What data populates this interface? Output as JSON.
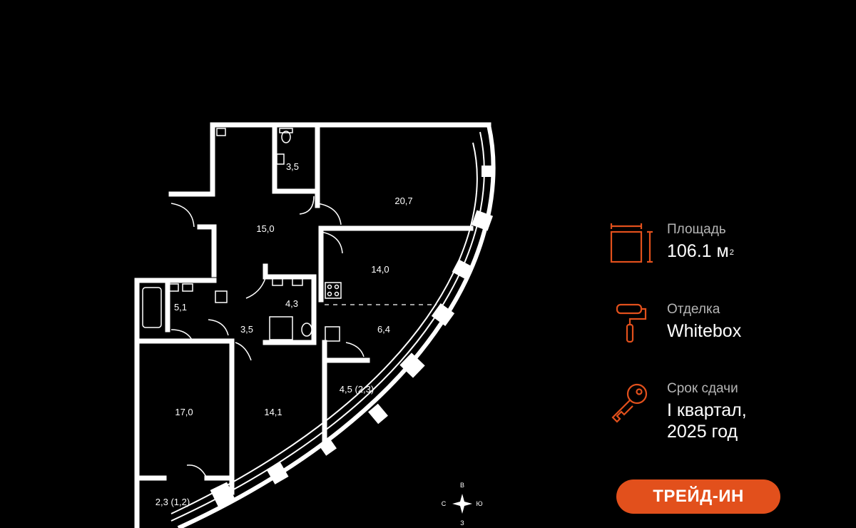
{
  "plan": {
    "rooms": [
      {
        "id": "bath-top",
        "area": "3,5"
      },
      {
        "id": "room-top-right",
        "area": "20,7"
      },
      {
        "id": "hall",
        "area": "15,0"
      },
      {
        "id": "kitchen",
        "area": "14,0"
      },
      {
        "id": "bath-left",
        "area": "5,1"
      },
      {
        "id": "bath-center",
        "area": "4,3"
      },
      {
        "id": "corridor",
        "area": "3,5"
      },
      {
        "id": "living",
        "area": "6,4"
      },
      {
        "id": "loggia-right",
        "area": "4,5 (2,3)"
      },
      {
        "id": "bedroom-left",
        "area": "17,0"
      },
      {
        "id": "bedroom-center",
        "area": "14,1"
      },
      {
        "id": "loggia-left",
        "area": "2,3 (1,2)"
      }
    ],
    "compass": {
      "north": "В",
      "south": "З",
      "west": "С",
      "east": "Ю"
    }
  },
  "info": {
    "area": {
      "label": "Площадь",
      "value": "106.1 м",
      "unit_sup": "2"
    },
    "finish": {
      "label": "Отделка",
      "value": "Whitebox"
    },
    "deadline": {
      "label": "Срок сдачи",
      "value_line1": "I квартал,",
      "value_line2": "2025 год"
    }
  },
  "button": {
    "label": "ТРЕЙД-ИН"
  },
  "colors": {
    "accent": "#e2501c",
    "background": "#000000",
    "walls": "#ffffff"
  }
}
